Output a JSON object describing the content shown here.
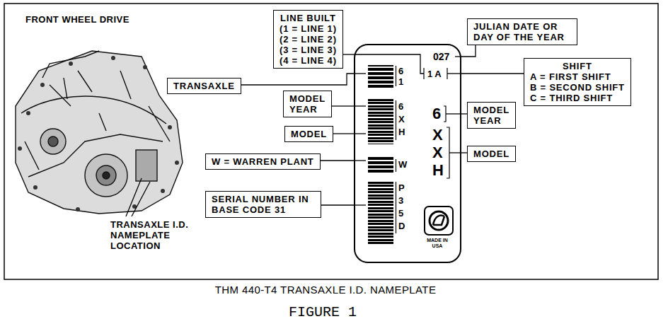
{
  "diagram": {
    "title": "FRONT WHEEL DRIVE",
    "caption": "THM 440-T4 TRANSAXLE I.D. NAMEPLATE",
    "nodes": [
      {
        "text": [
          "LINE BUILT",
          "(1 = LINE 1)",
          "(2 = LINE 2)",
          "(3 = LINE 3)",
          "(4 = LINE 4)"
        ]
      },
      {
        "text": [
          "TRANSAXLE"
        ]
      },
      {
        "text": [
          "MODEL YEAR"
        ]
      },
      {
        "text": [
          "MODEL"
        ]
      },
      {
        "text": [
          "W = WARREN PLANT"
        ]
      },
      {
        "text": [
          "SERIAL NUMBER IN BASE CODE 31"
        ]
      },
      {
        "text": [
          "JULIAN DATE OR DAY OF THE YEAR"
        ]
      },
      {
        "text": [
          "SHIFT",
          "A = FIRST SHIFT",
          "B = SECOND SHIFT",
          "C = THIRD SHIFT"
        ]
      },
      {
        "text": [
          "MODEL YEAR"
        ]
      },
      {
        "text": [
          "MODEL"
        ]
      },
      {
        "text": [
          "027",
          "1 A",
          "6 1",
          "6 X H",
          "W",
          "P 3 5 D",
          "6",
          "X X H",
          "MADE IN USA"
        ]
      }
    ],
    "edges": [
      {
        "from": 0,
        "to": 10,
        "arrow": "none"
      },
      {
        "from": 1,
        "to": 10,
        "arrow": "none"
      },
      {
        "from": 2,
        "to": 10,
        "arrow": "none"
      },
      {
        "from": 3,
        "to": 10,
        "arrow": "none"
      },
      {
        "from": 4,
        "to": 10,
        "arrow": "none"
      },
      {
        "from": 5,
        "to": 10,
        "arrow": "none"
      },
      {
        "from": 6,
        "to": 10,
        "arrow": "none"
      },
      {
        "from": 7,
        "to": 10,
        "arrow": "none"
      },
      {
        "from": 8,
        "to": 10,
        "arrow": "none"
      },
      {
        "from": 9,
        "to": 10,
        "arrow": "none"
      }
    ],
    "labels": [
      "TRANSAXLE I.D. NAMEPLATE LOCATION",
      "FIGURE 1"
    ]
  }
}
